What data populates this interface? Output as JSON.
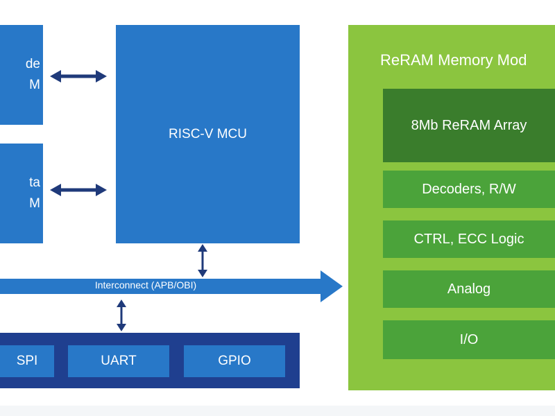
{
  "diagram": {
    "left_blocks": [
      {
        "lines": [
          "de",
          "M"
        ]
      },
      {
        "lines": [
          "ta",
          "M"
        ]
      }
    ],
    "mcu": {
      "label": "RISC-V MCU"
    },
    "interconnect": {
      "label": "Interconnect (APB/OBI)"
    },
    "peripherals": [
      "SPI",
      "UART",
      "GPIO"
    ],
    "reram": {
      "title": "ReRAM Memory Mod",
      "blocks": [
        "8Mb ReRAM Array",
        "Decoders, R/W",
        "CTRL, ECC Logic",
        "Analog",
        "I/O"
      ]
    },
    "colors": {
      "blue": "#2878c8",
      "dark_navy": "#1f3f8f",
      "arrow_navy": "#1f3a7a",
      "green_panel": "#8bc53f",
      "green_block": "#4ba33a",
      "green_dark": "#3a7d2c"
    }
  }
}
